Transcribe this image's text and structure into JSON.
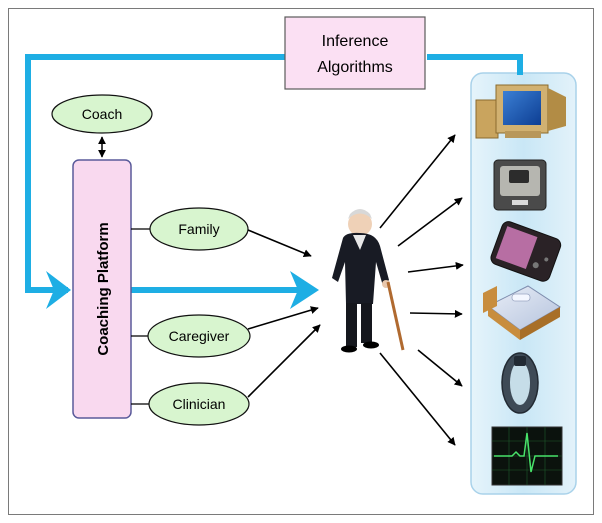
{
  "inference": {
    "line1": "Inference",
    "line2": "Algorithms"
  },
  "platform": {
    "label": "Coaching Platform"
  },
  "nodes": {
    "coach": "Coach",
    "family": "Family",
    "caregiver": "Caregiver",
    "clinician": "Clinician"
  },
  "devices": [
    "desktop-computer-icon",
    "camera-sensor-icon",
    "mobile-phone-icon",
    "smart-bed-icon",
    "fitness-band-icon",
    "ecg-monitor-icon"
  ],
  "colors": {
    "flow": "#1eaee4",
    "platform_fill": "#f9d9ef",
    "node_fill": "#d8f5cf",
    "panel_fill": "#cbe8f6"
  }
}
